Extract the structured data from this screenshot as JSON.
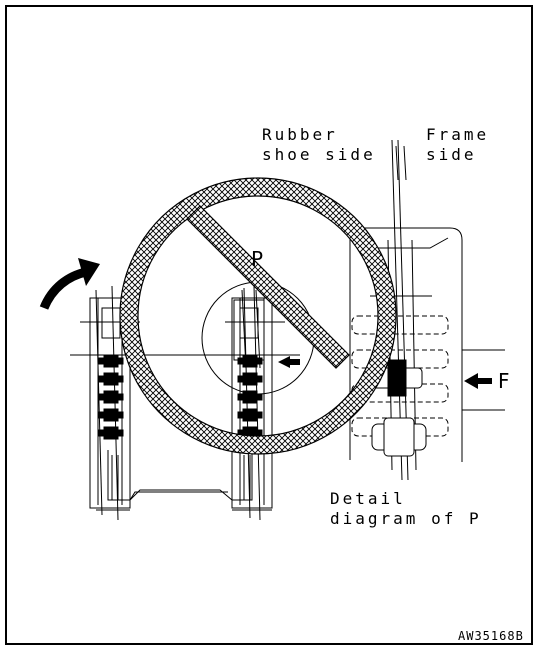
{
  "labels": {
    "rubber_shoe_side_1": "Rubber",
    "rubber_shoe_side_2": "shoe side",
    "frame_side_1": "Frame",
    "frame_side_2": "side",
    "detail_1": "Detail",
    "detail_2": "diagram of P",
    "p_marker": "P",
    "f_marker": "F",
    "figure_code": "AW35168B"
  },
  "colors": {
    "line": "#000000",
    "background": "#ffffff"
  },
  "symbols": {
    "prohibition": "no-symbol-crosshatched",
    "rotation_arrow": "curved-arrow-up-right"
  }
}
